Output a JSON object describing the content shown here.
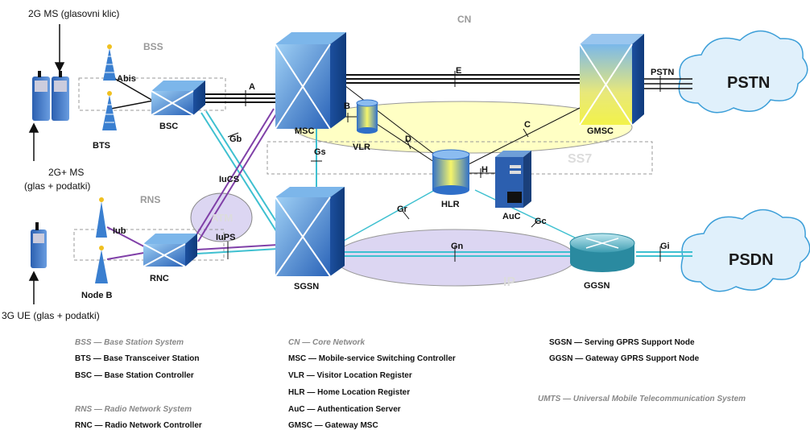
{
  "colors": {
    "accent_blue": "#2c6fc4",
    "ss7_yellow": "#ffffc0",
    "ip_lavender": "#d8d2f0",
    "cloud": "#dff0fb",
    "link_cyan": "#3ec0d0",
    "link_purple": "#8040a8"
  },
  "mobile_labels": {
    "ms_2g": "2G MS (glasovni klic)",
    "ms_2g_plus_1": "2G+ MS",
    "ms_2g_plus_2": "(glas + podatki)",
    "ue_3g": "3G UE (glas + podatki)"
  },
  "area_labels": {
    "bss": "BSS",
    "rns": "RNS",
    "cn": "CN",
    "ss7": "SS7",
    "atm": "ATM",
    "ip": "IP"
  },
  "nodes": {
    "bts": "BTS",
    "bsc": "BSC",
    "node_b": "Node B",
    "rnc": "RNC",
    "msc": "MSC",
    "vlr": "VLR",
    "hlr": "HLR",
    "auc": "AuC",
    "gmsc": "GMSC",
    "sgsn": "SGSN",
    "ggsn": "GGSN",
    "pstn": "PSTN",
    "psdn": "PSDN"
  },
  "interfaces": {
    "abis": "Abis",
    "a": "A",
    "e": "E",
    "pstn_if": "PSTN",
    "b": "B",
    "c": "C",
    "d": "D",
    "gb": "Gb",
    "gs": "Gs",
    "h": "H",
    "iucs": "IuCS",
    "iub": "Iub",
    "iups": "IuPS",
    "gr": "Gr",
    "gc": "Gc",
    "gn": "Gn",
    "gi": "Gi"
  },
  "legend": {
    "col1": [
      {
        "text": "BSS — Base Station System",
        "italic": true
      },
      {
        "text": "BTS — Base Transceiver Station",
        "italic": false
      },
      {
        "text": "BSC — Base Station Controller",
        "italic": false
      },
      {
        "text": "RNS — Radio Network System",
        "italic": true
      },
      {
        "text": "RNC — Radio Network Controller",
        "italic": false
      }
    ],
    "col2": [
      {
        "text": "CN — Core Network",
        "italic": true
      },
      {
        "text": "MSC — Mobile-service Switching Controller",
        "italic": false
      },
      {
        "text": "VLR — Visitor Location Register",
        "italic": false
      },
      {
        "text": "HLR — Home Location Register",
        "italic": false
      },
      {
        "text": "AuC — Authentication Server",
        "italic": false
      },
      {
        "text": "GMSC — Gateway MSC",
        "italic": false
      }
    ],
    "col3": [
      {
        "text": "SGSN — Serving GPRS Support Node",
        "italic": false
      },
      {
        "text": "GGSN — Gateway GPRS Support Node",
        "italic": false
      },
      {
        "text": "UMTS — Universal Mobile Telecommunication System",
        "italic": true
      }
    ]
  }
}
